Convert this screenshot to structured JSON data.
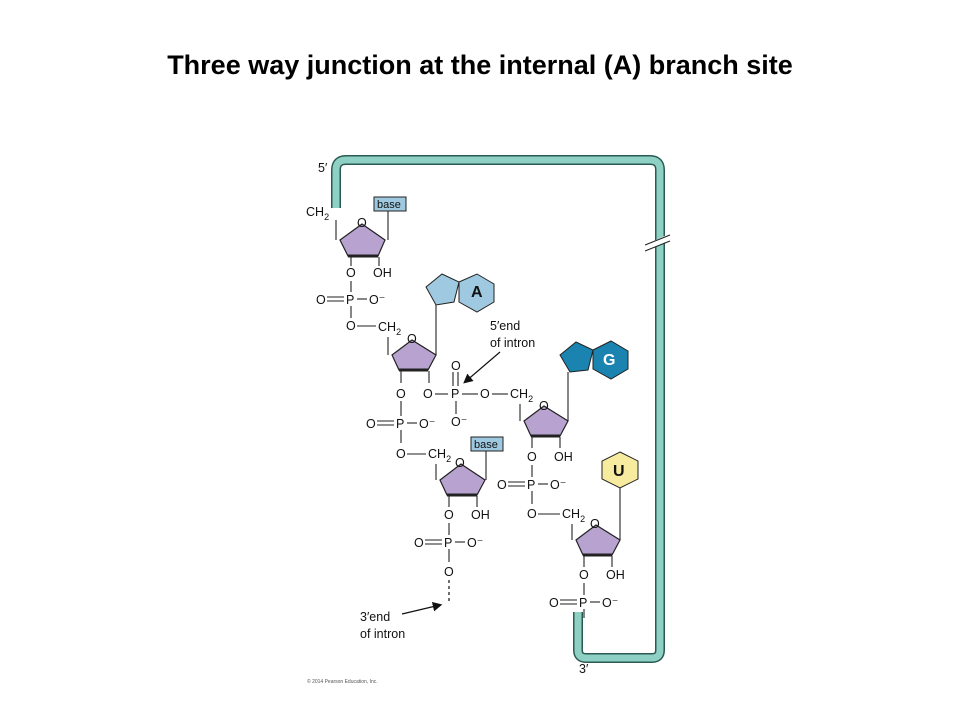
{
  "title": "Three way junction at the internal (A) branch site",
  "strand": {
    "five_prime": "5′",
    "three_prime": "3′",
    "color": "#8fd0c4"
  },
  "atoms": {
    "O": "O",
    "OH": "OH",
    "P": "P",
    "O_minus": "O⁻",
    "CH2": "CH",
    "sub2": "2"
  },
  "bases": {
    "base_label": "base",
    "A": "A",
    "G": "G",
    "U": "U"
  },
  "colors": {
    "adenine": "#9fc9e0",
    "guanine": "#1b83b0",
    "uracil": "#f7eba0",
    "ribose": "#b7a2d0",
    "base_box": "#9fc9e0"
  },
  "annotations": {
    "five_end_line1": "5′end",
    "five_end_line2": "of intron",
    "three_end_line1": "3′end",
    "three_end_line2": "of intron"
  },
  "copyright": "© 2014 Pearson Education, Inc."
}
